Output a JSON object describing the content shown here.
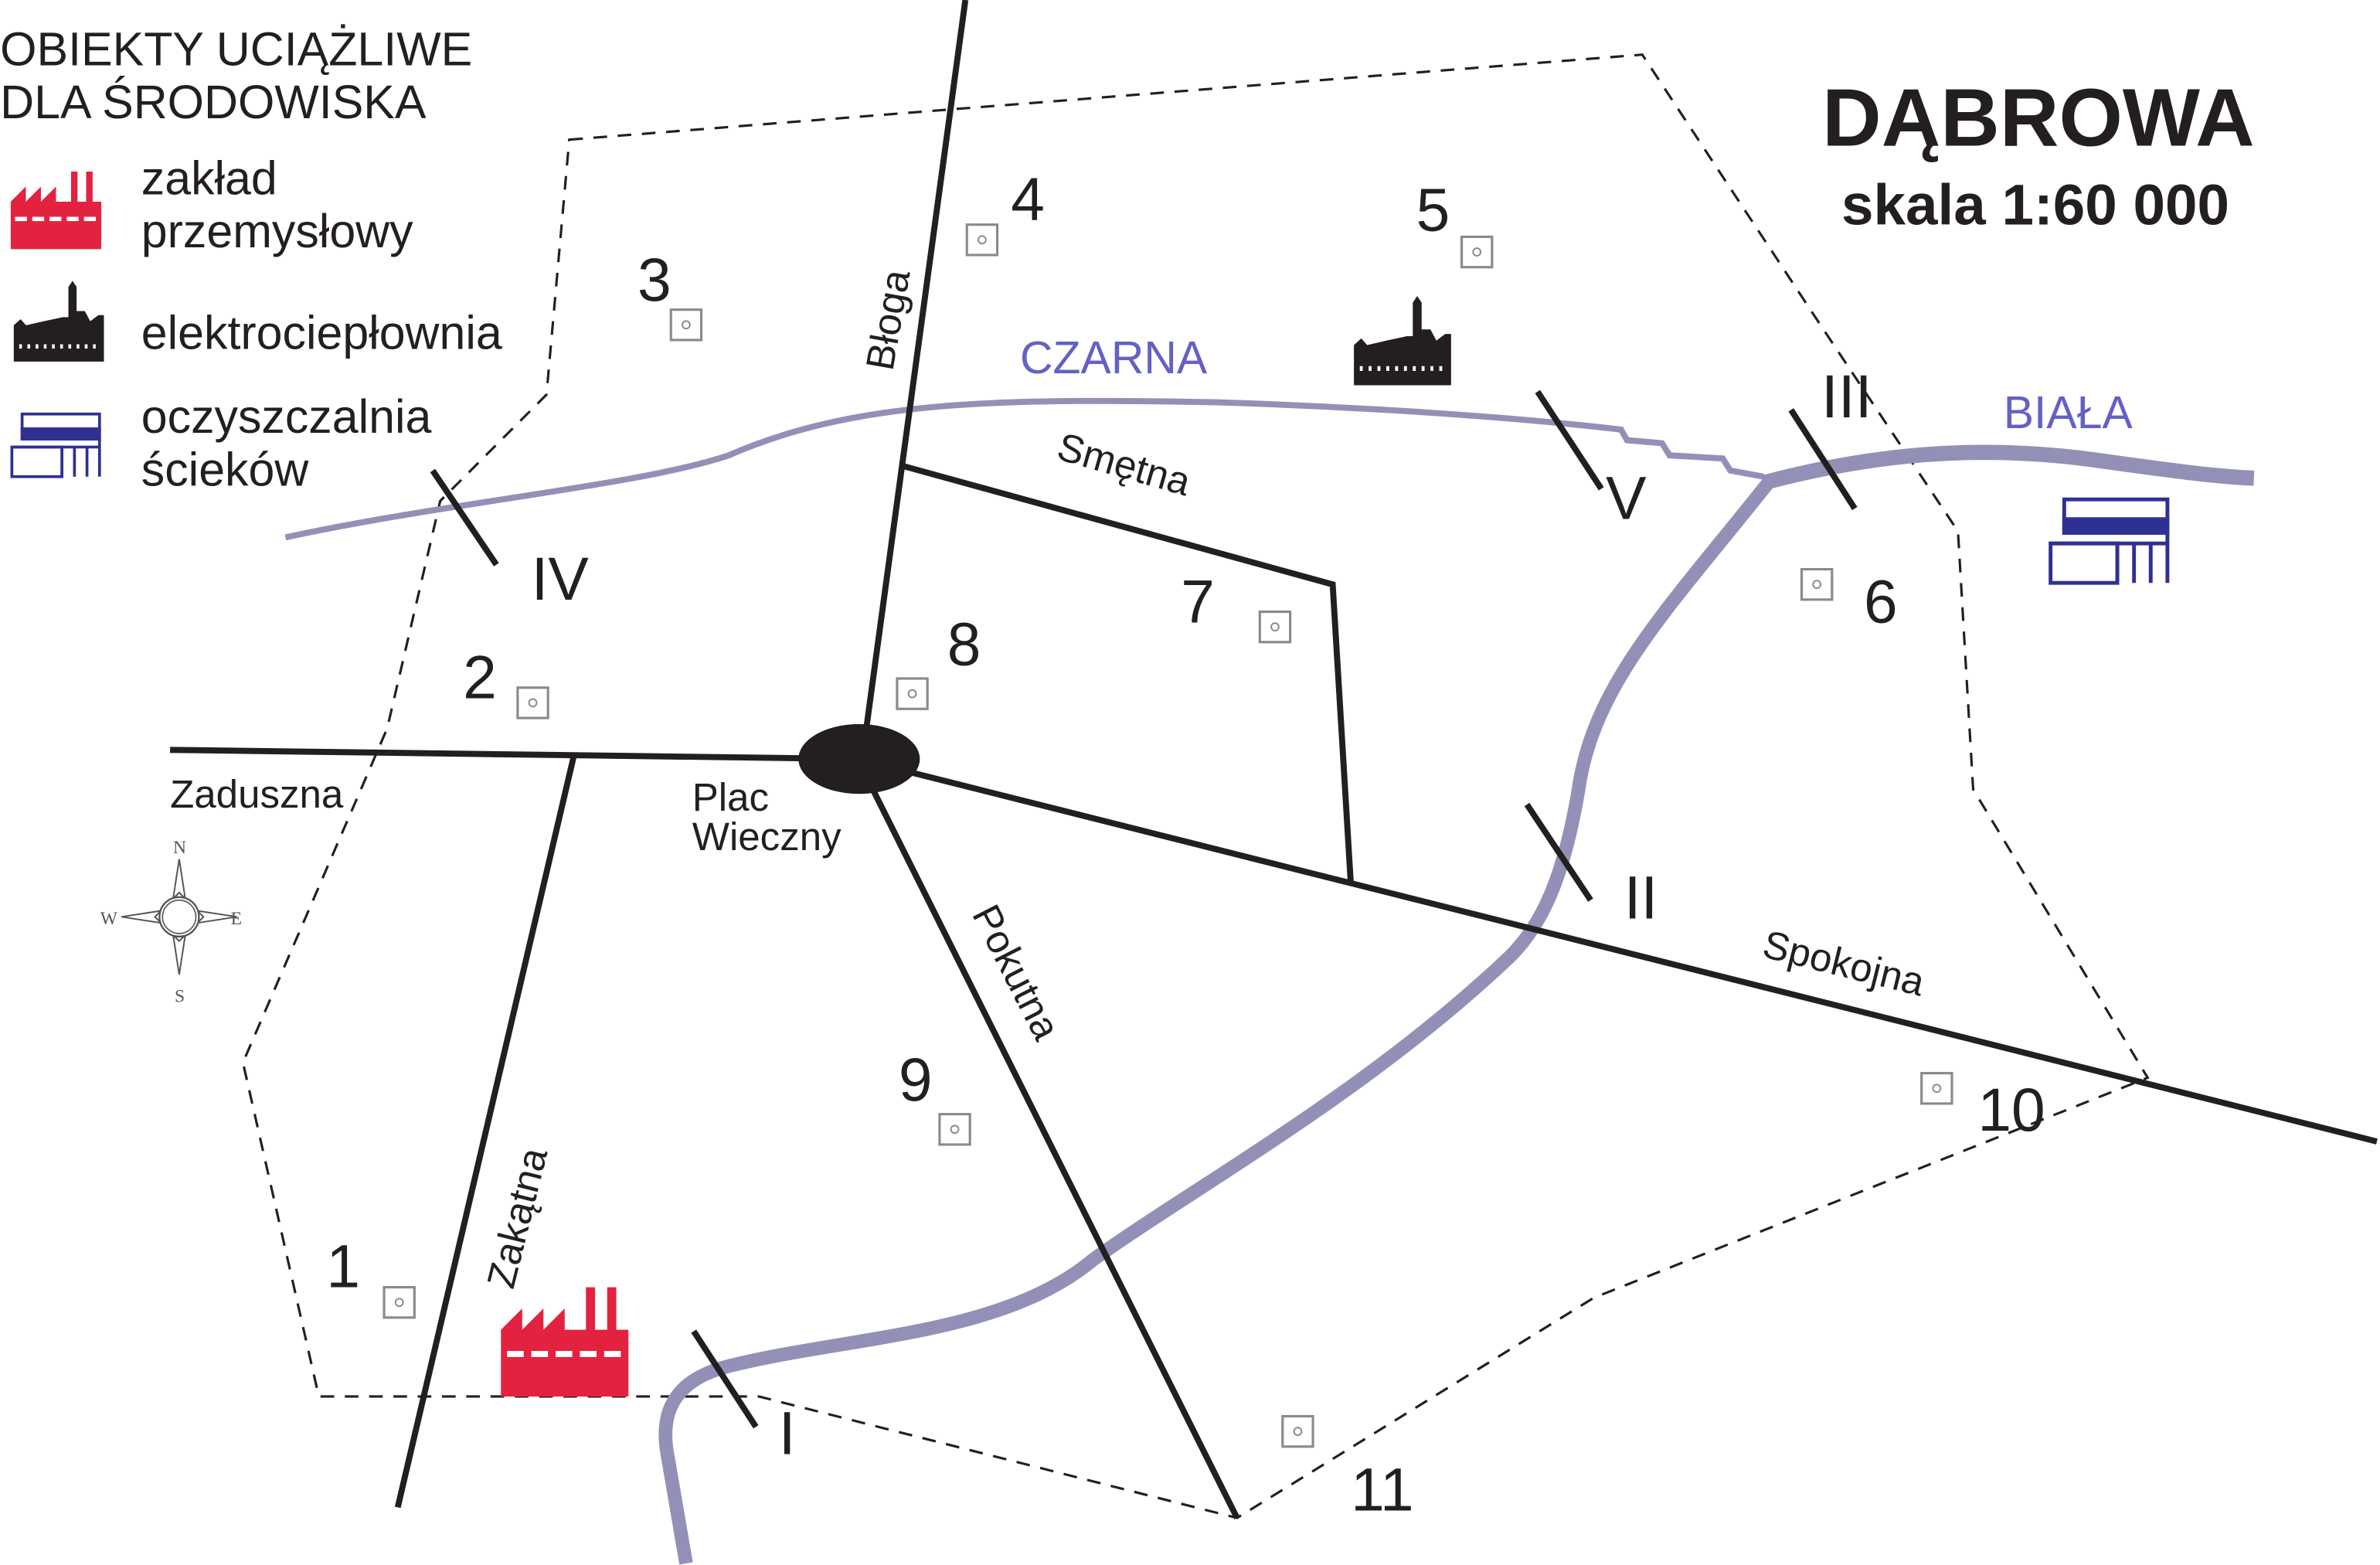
{
  "title": "DĄBROWA",
  "scale": "skala 1:60 000",
  "legend": {
    "heading_line1": "OBIEKTY UCIĄŻLIWE",
    "heading_line2": "DLA ŚRODOWISKA",
    "items": [
      {
        "icon": "factory-icon",
        "line1": "zakład",
        "line2": "przemysłowy",
        "color": "#e3223f"
      },
      {
        "icon": "power-plant-icon",
        "line1": "elektrociepłownia",
        "line2": "",
        "color": "#231f20"
      },
      {
        "icon": "treatment-plant-icon",
        "line1": "oczyszczalnia",
        "line2": "ścieków",
        "color": "#2e3192"
      }
    ]
  },
  "rivers": {
    "czarna": "CZARNA",
    "biala": "BIAŁA",
    "color": "#9390b8",
    "label_color": "#6461c4"
  },
  "streets": {
    "bloga": "Błoga",
    "smetna": "Smętna",
    "zaduszna": "Zaduszna",
    "plac_line1": "Plac",
    "plac_line2": "Wieczny",
    "pokutna": "Pokutna",
    "spokojna": "Spokojna",
    "zakatna": "Zakątna"
  },
  "points": [
    "1",
    "2",
    "3",
    "4",
    "5",
    "6",
    "7",
    "8",
    "9",
    "10",
    "11"
  ],
  "sections": [
    "I",
    "II",
    "III",
    "IV",
    "V"
  ],
  "compass": {
    "n": "N",
    "s": "S",
    "e": "E",
    "w": "W"
  }
}
